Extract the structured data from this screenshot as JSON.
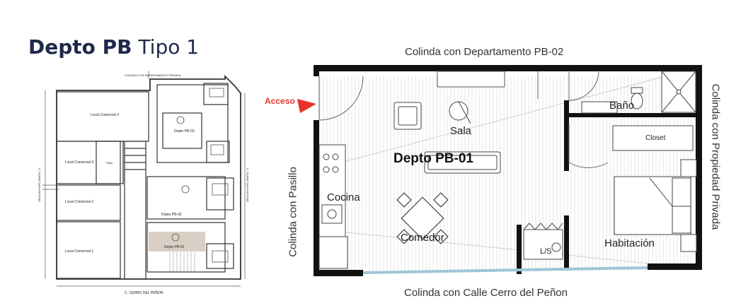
{
  "title": {
    "bold": "Depto PB",
    "regular": "Tipo 1"
  },
  "colors": {
    "title": "#1e2a4a",
    "access": "#e8322b",
    "highlight": "#d9cfc4",
    "wall": "#111111"
  },
  "site_plan": {
    "top_note": "COLINDA CON DEPARTAMENTO PRIVADA",
    "street_bottom": "C. CERRO DEL PEÑON",
    "street_left": "C. CERRO SAN ANTONIO",
    "street_right": "C. CERRO SAN ANTONIO",
    "locales": [
      "Local Comercial 4",
      "Local Comercial 3",
      "Local Comercial 2",
      "Local Comercial 1"
    ],
    "patio": "Patio",
    "unit_labels": [
      "Depto PB-03",
      "Depto PB-02",
      "Depto PB-01"
    ]
  },
  "floor_plan": {
    "north": "Colinda con Departamento PB-02",
    "south": "Colinda con Calle Cerro del Peñon",
    "west": "Colinda con Pasillo",
    "east": "Colinda con Propiedad Privada",
    "access": "Acceso",
    "unit": "Depto PB-01",
    "rooms": {
      "sala": "Sala",
      "cocina": "Cocina",
      "comedor": "Comedor",
      "bano": "Baño",
      "closet": "Closet",
      "habitacion": "Habitación",
      "ls": "L/S"
    }
  }
}
